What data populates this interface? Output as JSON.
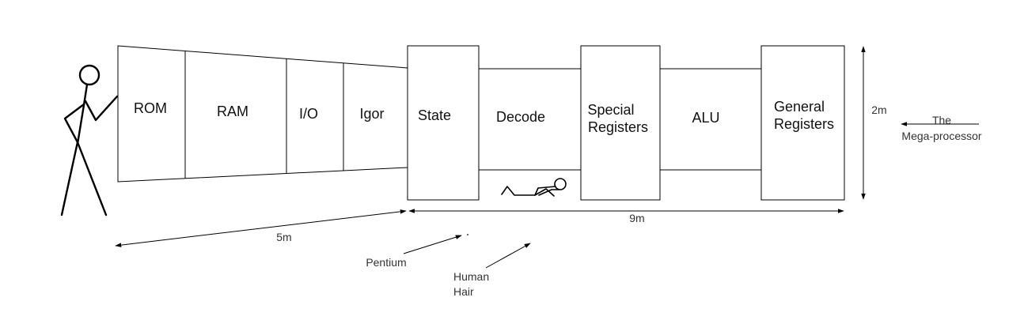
{
  "blocks": {
    "rom": "ROM",
    "ram": "RAM",
    "io": "I/O",
    "igor": "Igor",
    "state": "State",
    "decode": "Decode",
    "special_line1": "Special",
    "special_line2": "Registers",
    "alu": "ALU",
    "general_line1": "General",
    "general_line2": "Registers"
  },
  "dimensions": {
    "height": "2m",
    "length_memory": "5m",
    "length_processor": "9m"
  },
  "annotations": {
    "megaprocessor_line1": "The",
    "megaprocessor_line2": "Mega-processor",
    "pentium": "Pentium",
    "human_hair_line1": "Human",
    "human_hair_line2": "Hair"
  }
}
